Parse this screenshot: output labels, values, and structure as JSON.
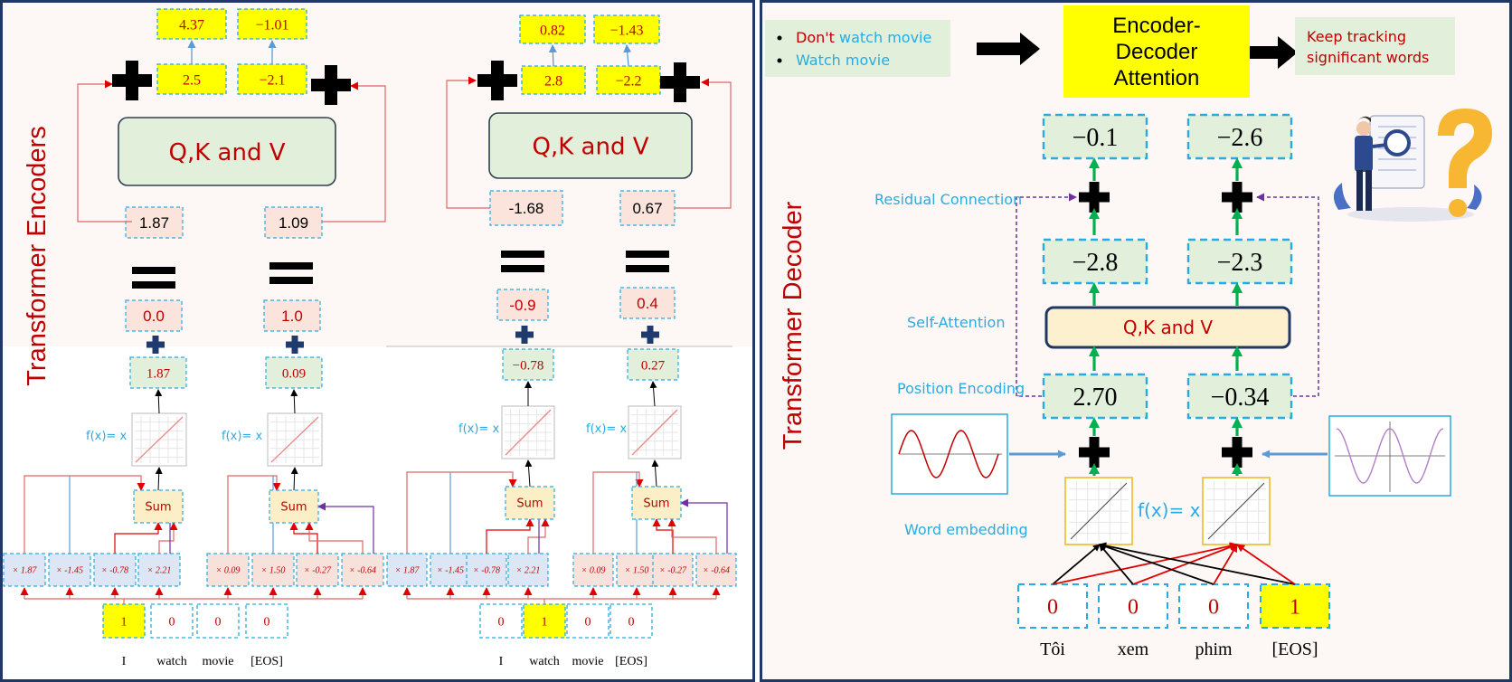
{
  "encoder": {
    "vertical_title": "Transformer Encoders",
    "blocks": [
      {
        "words": [
          "I",
          "watch",
          "movie",
          "[EOS]"
        ],
        "one_hot": [
          "1",
          "0",
          "0",
          "0"
        ],
        "hot_index": 0,
        "weights": [
          [
            "× 1.87",
            "× -1.45",
            "× -0.78",
            "× 2.21"
          ],
          [
            "× 0.09",
            "× 1.50",
            "× -0.27",
            "× -0.64"
          ]
        ],
        "sum_label": "Sum",
        "func_label": "f(x)= x",
        "embeddings": [
          "1.87",
          "0.09"
        ],
        "positions": [
          "0.0",
          "1.0"
        ],
        "encoded": [
          "1.87",
          "1.09"
        ],
        "qkv_label": "Q,K and V",
        "attention": [
          "2.5",
          "−2.1"
        ],
        "outputs": [
          "4.37",
          "−1.01"
        ]
      },
      {
        "words": [
          "I",
          "watch",
          "movie",
          "[EOS]"
        ],
        "one_hot": [
          "0",
          "1",
          "0",
          "0"
        ],
        "hot_index": 1,
        "weights": [
          [
            "× 1.87",
            "× -1.45",
            "× -0.78",
            "× 2.21"
          ],
          [
            "× 0.09",
            "× 1.50",
            "× -0.27",
            "× -0.64"
          ]
        ],
        "sum_label": "Sum",
        "func_label": "f(x)= x",
        "embeddings": [
          "−0.78",
          "0.27"
        ],
        "positions": [
          "-0.9",
          "0.4"
        ],
        "encoded": [
          "-1.68",
          "0.67"
        ],
        "qkv_label": "Q,K and V",
        "attention": [
          "2.8",
          "−2.2"
        ],
        "outputs": [
          "0.82",
          "−1.43"
        ]
      }
    ]
  },
  "decoder": {
    "vertical_title": "Transformer Decoder",
    "bullets": [
      {
        "prefix": "Don't",
        "rest": " watch movie"
      },
      {
        "prefix": "",
        "rest": "Watch movie"
      }
    ],
    "center_box": [
      "Encoder-",
      "Decoder",
      "Attention"
    ],
    "result_box": [
      "Keep tracking",
      "significant words"
    ],
    "outputs": [
      "−0.1",
      "−2.6"
    ],
    "attention": [
      "−2.8",
      "−2.3"
    ],
    "qkv_label": "Q,K and V",
    "encoded": [
      "2.70",
      "−0.34"
    ],
    "labels": {
      "residual": "Residual Connection",
      "self_attention": "Self-Attention",
      "position": "Position Encoding",
      "embedding": "Word embedding"
    },
    "func_label": "f(x)= x",
    "one_hot": [
      "0",
      "0",
      "0",
      "1"
    ],
    "words": [
      "Tôi",
      "xem",
      "phim",
      "[EOS]"
    ],
    "colors": {
      "highlight": "#ffff00",
      "dashed_border": "#29abe2",
      "label_blue": "#29abe2",
      "dark_red": "#c00000",
      "arrow_green": "#00b050",
      "purple": "#7030a0",
      "panel_border": "#1f3864"
    }
  }
}
